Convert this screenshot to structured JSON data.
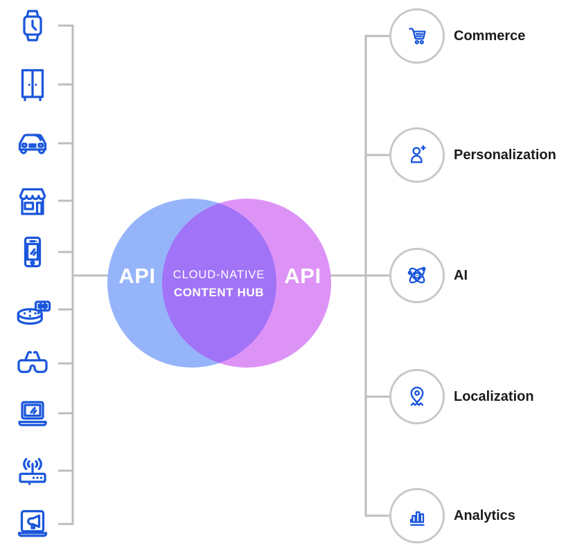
{
  "diagram": {
    "venn": {
      "left_api_label": "API",
      "right_api_label": "API",
      "center_line1": "CLOUD-NATIVE",
      "center_line2": "CONTENT HUB"
    },
    "left_channels": [
      {
        "icon": "smartwatch-icon"
      },
      {
        "icon": "wardrobe-icon"
      },
      {
        "icon": "car-icon"
      },
      {
        "icon": "storefront-icon"
      },
      {
        "icon": "smartphone-icon"
      },
      {
        "icon": "smart-speaker-icon"
      },
      {
        "icon": "ar-glasses-icon"
      },
      {
        "icon": "laptop-icon"
      },
      {
        "icon": "router-icon"
      },
      {
        "icon": "laptop-megaphone-icon"
      }
    ],
    "right_services": [
      {
        "icon": "shopping-cart-icon",
        "label": "Commerce"
      },
      {
        "icon": "person-plus-icon",
        "label": "Personalization"
      },
      {
        "icon": "atom-icon",
        "label": "AI"
      },
      {
        "icon": "map-pin-icon",
        "label": "Localization"
      },
      {
        "icon": "bar-chart-icon",
        "label": "Analytics"
      }
    ],
    "colors": {
      "icon_blue": "#1a56db",
      "connector_gray": "#bdbdbd",
      "service_circle_border": "#c8c8c8",
      "venn_left_circle": "#96b4fa",
      "venn_right_circle": "#dd93f6",
      "venn_overlap": "#a173f7",
      "label_text": "#1b1b1b",
      "venn_text": "#ffffff",
      "background": "#ffffff"
    }
  }
}
